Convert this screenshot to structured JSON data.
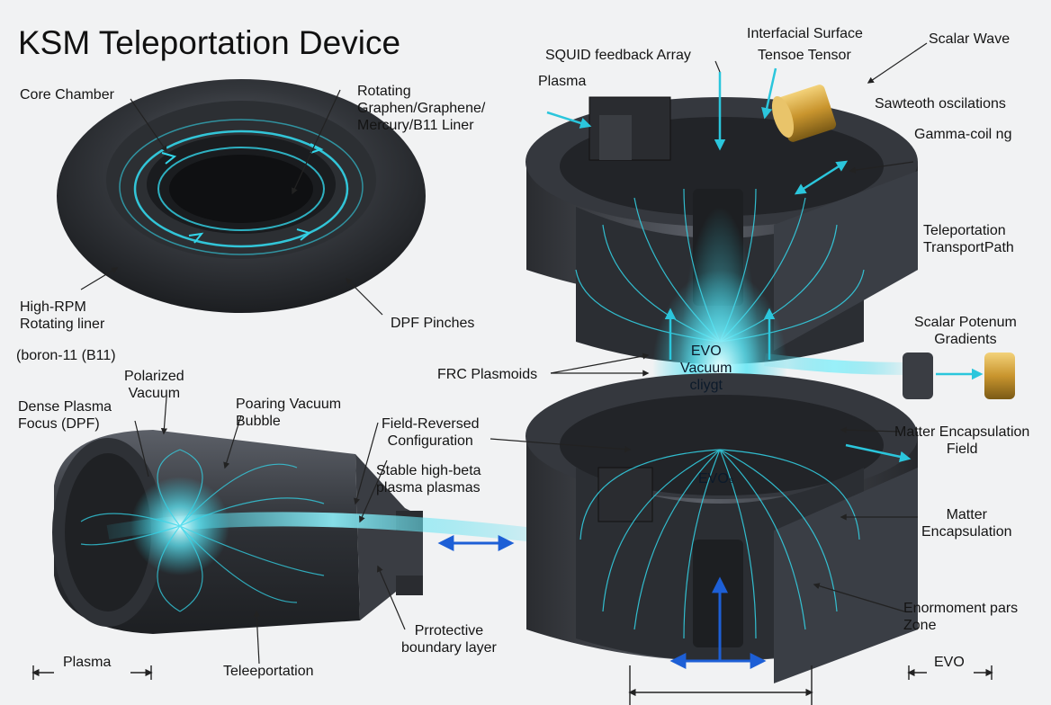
{
  "title": "KSM Teleportation Device",
  "labels": {
    "core_chamber": "Core Chamber",
    "rotating_liner": [
      "Rotating",
      "Graphen/Graphene/",
      "Mercury/B11 Liner"
    ],
    "high_rpm": [
      "High-RPM",
      "Rotating liner"
    ],
    "boron": "(boron-11 (B11)",
    "dpf_pinches": "DPF Pinches",
    "polarized_vacuum": [
      "Polarized",
      "Vacuum"
    ],
    "dense_plasma_focus": [
      "Dense Plasma",
      "Focus (DPF)"
    ],
    "poaring_vacuum": [
      "Poaring Vacuum",
      "Bubble"
    ],
    "field_reversed": [
      "Field-Reversed",
      "Configuration"
    ],
    "stable_high_beta": [
      "Stable high-beta",
      "plasma plasmas"
    ],
    "protective": [
      "Prrotective",
      "boundary layer"
    ],
    "plasma_bottom": "Plasma",
    "teleportation_bottom": "Teleeportation",
    "squid": "SQUID feedback Array",
    "plasma_top": "Plasma",
    "interfacial": "Interfacial Surface",
    "tensoe": "Tensoe Tensor",
    "scalar_wave": "Scalar Wave",
    "sawteeth": "Sawteoth oscilations",
    "gamma_coil": "Gamma-coil ng",
    "teleport_path": [
      "Teleportation",
      "TransportPath"
    ],
    "scalar_potenum": [
      "Scalar Potenum",
      "Gradients"
    ],
    "evo_vacuum": [
      "EVO",
      "Vacuum",
      "cliygt"
    ],
    "frc_plasmoids": "FRC Plasmoids",
    "matter_encap_field": [
      "Matter Encapsulation",
      "Field"
    ],
    "evos": "EVOₛ",
    "matter_encap": [
      "Matter",
      "Encapsulation"
    ],
    "enormoment": [
      "Enormoment pars",
      "Zone"
    ],
    "evo_bottom": "EVO"
  },
  "colors": {
    "metal_dark": "#2b2e33",
    "metal_mid": "#4a4f57",
    "field_cyan": "#33d6ea",
    "arrow_blue": "#1d5fd6",
    "brass": "#c9952e"
  }
}
